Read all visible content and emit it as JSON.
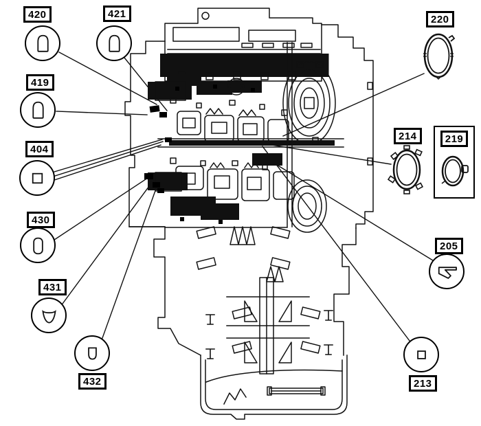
{
  "diagram": {
    "type": "transmission-cross-section-callout-diagram",
    "colors": {
      "line": "#111111",
      "background": "#ffffff"
    }
  },
  "callouts": [
    {
      "id": "420",
      "label": "420",
      "icon": "dome-seal-icon"
    },
    {
      "id": "421",
      "label": "421",
      "icon": "dome-seal-icon"
    },
    {
      "id": "419",
      "label": "419",
      "icon": "dome-seal-icon"
    },
    {
      "id": "404",
      "label": "404",
      "icon": "square-seal-icon"
    },
    {
      "id": "430",
      "label": "430",
      "icon": "pill-seal-icon"
    },
    {
      "id": "431",
      "label": "431",
      "icon": "shield-seal-icon"
    },
    {
      "id": "432",
      "label": "432",
      "icon": "cap-seal-icon"
    },
    {
      "id": "220",
      "label": "220",
      "icon": "large-gasket-ring-icon"
    },
    {
      "id": "214",
      "label": "214",
      "icon": "notched-seal-ring-icon"
    },
    {
      "id": "219",
      "label": "219",
      "icon": "tabbed-seal-ring-icon",
      "boxed": true
    },
    {
      "id": "205",
      "label": "205",
      "icon": "lip-seal-icon"
    },
    {
      "id": "213",
      "label": "213",
      "icon": "small-square-seal-icon"
    }
  ]
}
